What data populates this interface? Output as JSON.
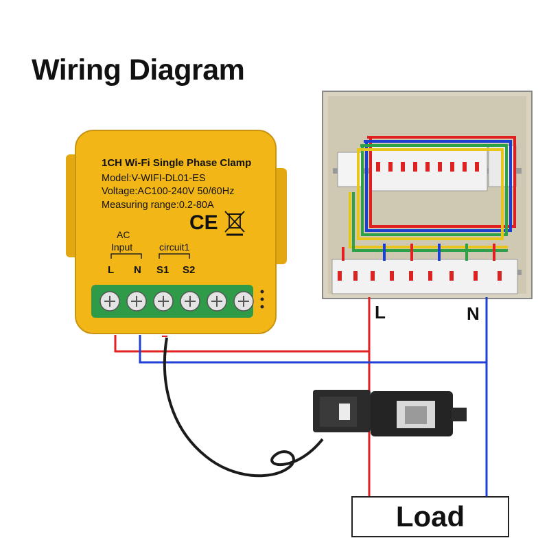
{
  "title": "Wiring Diagram",
  "device": {
    "line1": "1CH Wi-Fi Single Phase Clamp",
    "line2": "Model:V-WIFI-DL01-ES",
    "line3": "Voltage:AC100-240V 50/60Hz",
    "line4": "Measuring range:0.2-80A",
    "ce_mark": "CE",
    "ac_label": "AC",
    "input_label": "Input",
    "circuit_label": "circuit1",
    "terminals": [
      "L",
      "N",
      "S1",
      "S2"
    ]
  },
  "panel_labels": {
    "live": "L",
    "neutral": "N"
  },
  "load": "Load",
  "colors": {
    "device": "#f2b617",
    "live_wire": "#e32020",
    "neutral_wire": "#1f3fd6",
    "terminal_green": "#2f9a48"
  }
}
